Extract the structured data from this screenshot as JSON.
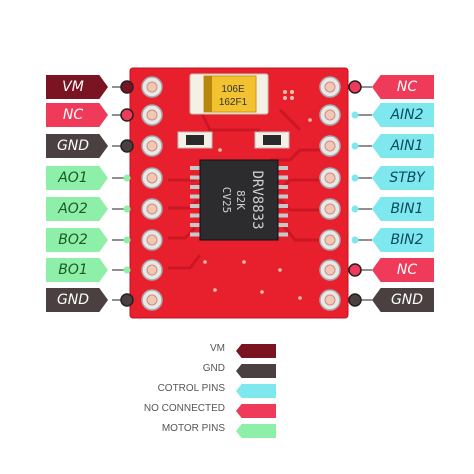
{
  "colors": {
    "vm": "#7a1422",
    "gnd": "#4a4040",
    "control": "#7ee8ee",
    "not_connected": "#ef3a5a",
    "motor": "#8ef0a8",
    "board": "#e8202e"
  },
  "left_pins": [
    {
      "label": "VM",
      "type": "vm"
    },
    {
      "label": "NC",
      "type": "nc"
    },
    {
      "label": "GND",
      "type": "gnd"
    },
    {
      "label": "AO1",
      "type": "motor"
    },
    {
      "label": "AO2",
      "type": "motor"
    },
    {
      "label": "BO2",
      "type": "motor"
    },
    {
      "label": "BO1",
      "type": "motor"
    },
    {
      "label": "GND",
      "type": "gnd"
    }
  ],
  "right_pins": [
    {
      "label": "NC",
      "type": "nc"
    },
    {
      "label": "AIN2",
      "type": "ctrl"
    },
    {
      "label": "AIN1",
      "type": "ctrl"
    },
    {
      "label": "STBY",
      "type": "ctrl"
    },
    {
      "label": "BIN1",
      "type": "ctrl"
    },
    {
      "label": "BIN2",
      "type": "ctrl"
    },
    {
      "label": "NC",
      "type": "nc"
    },
    {
      "label": "GND",
      "type": "gnd"
    }
  ],
  "chip": {
    "line1": "DRV8833",
    "line2": "82K",
    "line3": "CV25"
  },
  "capacitor": {
    "line1": "106E",
    "line2": "162F1"
  },
  "legend": [
    {
      "label": "VM",
      "color": "#7a1422"
    },
    {
      "label": "GND",
      "color": "#4a4040"
    },
    {
      "label": "COTROL PINS",
      "color": "#7ee8ee"
    },
    {
      "label": "NO CONNECTED",
      "color": "#ef3a5a"
    },
    {
      "label": "MOTOR PINS",
      "color": "#8ef0a8"
    }
  ]
}
